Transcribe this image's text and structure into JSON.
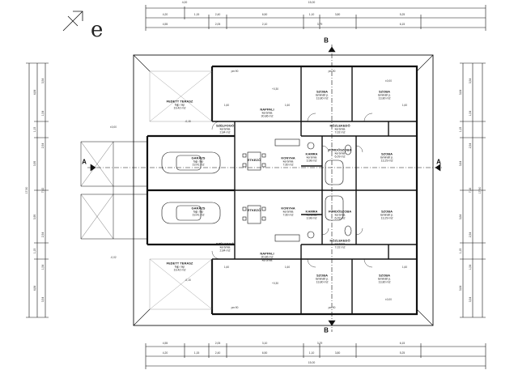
{
  "compass": {
    "letter": "e",
    "icon": "north-arrow-icon"
  },
  "section_marks": {
    "a_left": "A",
    "a_right": "A",
    "b_top": "B",
    "b_bottom": "B"
  },
  "dims_top": {
    "overall": "15,00",
    "row1": [
      "4,00"
    ],
    "row2": [
      "4,20",
      "1,15",
      "2,40",
      "6,50",
      "1,10",
      "3,80",
      "5,25"
    ],
    "row3": [
      "4,55",
      "2,05",
      "2,10",
      "3,79",
      "6,15"
    ]
  },
  "dims_bottom": {
    "row1": [
      "4,55",
      "2,05",
      "3,10",
      "3,79",
      "6,15"
    ],
    "row2": [
      "4,20",
      "1,15",
      "2,40",
      "6,50",
      "1,10",
      "3,80",
      "5,25"
    ],
    "overall": "15,00"
  },
  "dims_left": {
    "overall": "17,90",
    "a": [
      "4,84",
      "1,15",
      "3,95",
      "3,95",
      "1,15",
      "4,84"
    ],
    "b": [
      "3,54",
      "1,54",
      "2,54",
      "7,62",
      "2,54",
      "1,54",
      "3,54"
    ]
  },
  "dims_right": {
    "overall": "17,90",
    "a": [
      "3,64",
      "1,15",
      "3,64",
      "3,64",
      "1,15",
      "3,64"
    ],
    "b": [
      "3,54",
      "1,54",
      "2,54",
      "7,16",
      "2,54",
      "1,54",
      "3,54"
    ]
  },
  "rooms": [
    {
      "name": "FEDETT TERASZ",
      "lines": [
        "fajp. lap",
        "19,42 m2"
      ]
    },
    {
      "name": "NAPPALI",
      "lines": [
        "kerámia",
        "30,86 m2"
      ]
    },
    {
      "name": "SZOBA",
      "lines": [
        "laminált p.",
        "13,80 m2"
      ]
    },
    {
      "name": "SZOBA",
      "lines": [
        "laminált p.",
        "13,80 m2"
      ]
    },
    {
      "name": "SZÉLFOGÓ",
      "lines": [
        "kerámia",
        "2,84 m2"
      ]
    },
    {
      "name": "KÖZLEKEDŐ",
      "lines": [
        "kerámia",
        "7,02 m2"
      ]
    },
    {
      "name": "GARÁZS",
      "lines": [
        "fajp. lap",
        "19,41 m2"
      ]
    },
    {
      "name": "ETKEZŐ",
      "lines": []
    },
    {
      "name": "KONYHA",
      "lines": [
        "kerámia",
        "7,60 m2"
      ]
    },
    {
      "name": "KAMRA",
      "lines": [
        "kerámia",
        "3,98 m2"
      ]
    },
    {
      "name": "FÜRDŐSZOBA",
      "lines": [
        "kerámia",
        "6,09 m2"
      ]
    },
    {
      "name": "SZOBA",
      "lines": [
        "laminált p.",
        "13,29 m2"
      ]
    },
    {
      "name": "GARÁZS",
      "lines": [
        "fajp. lap",
        "19,41 m2"
      ]
    },
    {
      "name": "ETKEZŐ",
      "lines": []
    },
    {
      "name": "KONYHA",
      "lines": [
        "kerámia",
        "7,60 m2"
      ]
    },
    {
      "name": "KAMRA",
      "lines": [
        "kerámia",
        "3,98 m2"
      ]
    },
    {
      "name": "FÜRDŐSZOBA",
      "lines": [
        "kerámia",
        "6,09 m2"
      ]
    },
    {
      "name": "SZOBA",
      "lines": [
        "laminált p.",
        "13,29 m2"
      ]
    },
    {
      "name": "FEDETT TERASZ",
      "lines": [
        "fajp. lap",
        "19,42 m2"
      ]
    },
    {
      "name": "NAPPALI",
      "lines": [
        "30,86 m2",
        "kerámia"
      ]
    },
    {
      "name": "KÖZLEKEDŐ",
      "lines": [
        "kerámia",
        "7,02 m2"
      ]
    },
    {
      "name": "SZOBA",
      "lines": [
        "laminált p.",
        "13,80 m2"
      ]
    },
    {
      "name": "SZOBA",
      "lines": [
        "laminált p.",
        "13,80 m2"
      ]
    },
    {
      "name": "SZÉLFOGÓ",
      "lines": [
        "kerámia",
        "2,84 m2"
      ]
    }
  ],
  "levels": [
    "±0,00",
    "-0,02",
    "+0,30",
    "+0,30",
    "-0,15",
    "-0,15",
    "±0,00",
    "±0,00"
  ],
  "openings": [
    "pm:90",
    "pm:90",
    "pm:90",
    "pm:90",
    "1,60",
    "1,60",
    "1,60",
    "1,60",
    "1,60",
    "1,60"
  ]
}
